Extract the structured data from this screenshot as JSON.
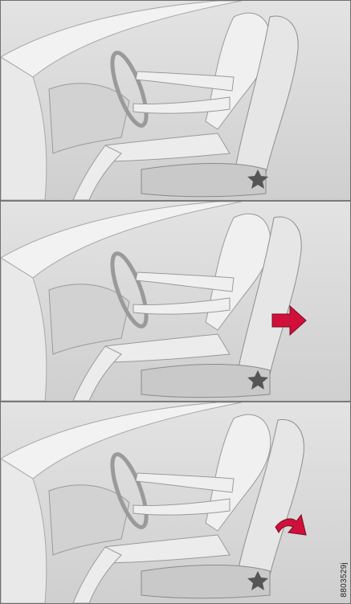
{
  "figure": {
    "code": "8803529j",
    "panels": [
      {
        "name": "panel-seat-normal",
        "arrow": "none"
      },
      {
        "name": "panel-seat-backrest-pushed",
        "arrow": "straight"
      },
      {
        "name": "panel-seat-backrest-tilted",
        "arrow": "curved"
      }
    ],
    "colors": {
      "background": "#d8d8d8",
      "figure": "#eeeeee",
      "outline": "#9a9a9a",
      "seat": "#c9c9c9",
      "arrow": "#d0103a",
      "border": "#6f6f6f"
    }
  }
}
